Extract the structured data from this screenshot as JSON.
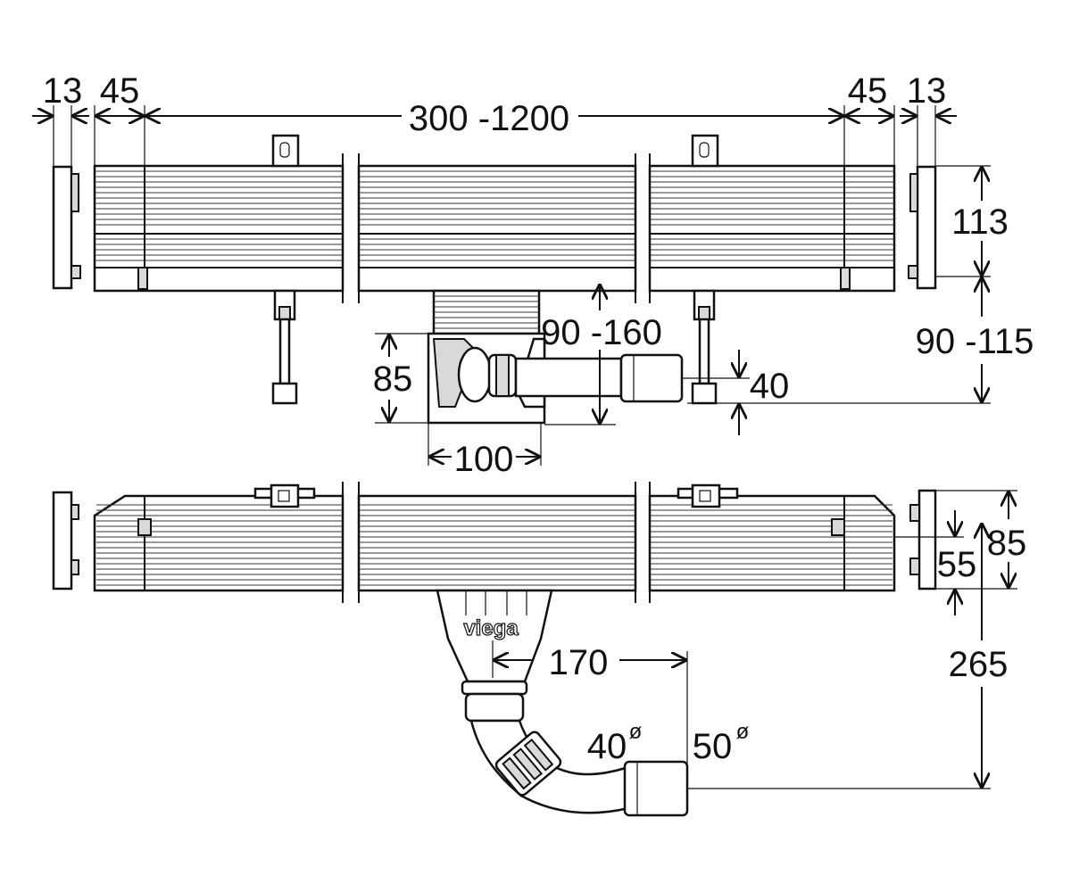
{
  "top_view": {
    "dims": {
      "left_cap": "13",
      "left_end": "45",
      "length": "300 -1200",
      "right_end": "45",
      "right_cap": "13",
      "height": "113",
      "install_height": "90 -115",
      "outlet_height": "90 -160",
      "outlet_size": "40",
      "body_height": "85",
      "body_width": "100"
    }
  },
  "side_view": {
    "brand": "viega",
    "dims": {
      "height": "85",
      "inner_height": "55",
      "total_height": "265",
      "offset": "170",
      "pipe_inner": "40",
      "pipe_outer": "50",
      "diameter_symbol": "ø"
    }
  }
}
